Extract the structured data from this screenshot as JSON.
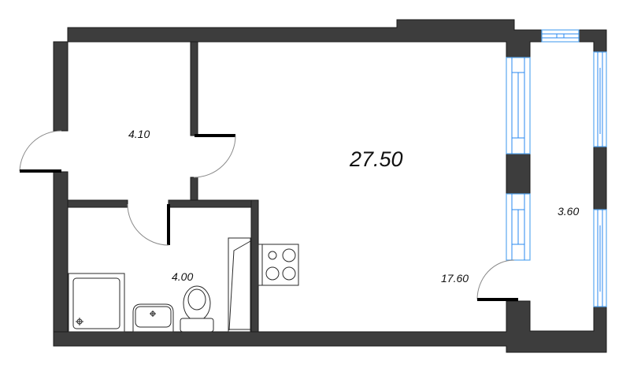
{
  "plan": {
    "type": "apartment-floor-plan",
    "wall_color": "#3d3d3d",
    "window_color": "#2a8af0",
    "rooms": [
      {
        "id": "hallway",
        "area": "4.10"
      },
      {
        "id": "living-room",
        "area": "17.60"
      },
      {
        "id": "total",
        "area": "27.50"
      },
      {
        "id": "bathroom",
        "area": "4.00"
      },
      {
        "id": "balcony",
        "area": "3.60"
      }
    ],
    "fixtures": [
      "shower-tray",
      "washbasin",
      "toilet",
      "kitchen-counter",
      "stove"
    ]
  }
}
